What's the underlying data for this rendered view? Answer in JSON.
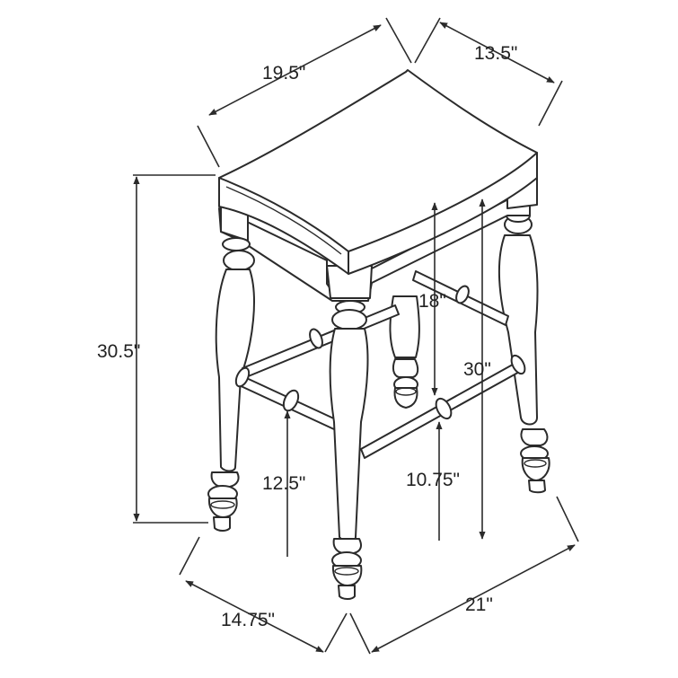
{
  "dimensions": {
    "seat_width": "19.5\"",
    "seat_depth": "13.5\"",
    "overall_height": "30.5\"",
    "seat_underside_to_stretcher": "18\"",
    "seat_height": "30\"",
    "front_stretcher_height": "12.5\"",
    "side_stretcher_height": "10.75\"",
    "base_depth": "14.75\"",
    "base_width": "21\""
  }
}
